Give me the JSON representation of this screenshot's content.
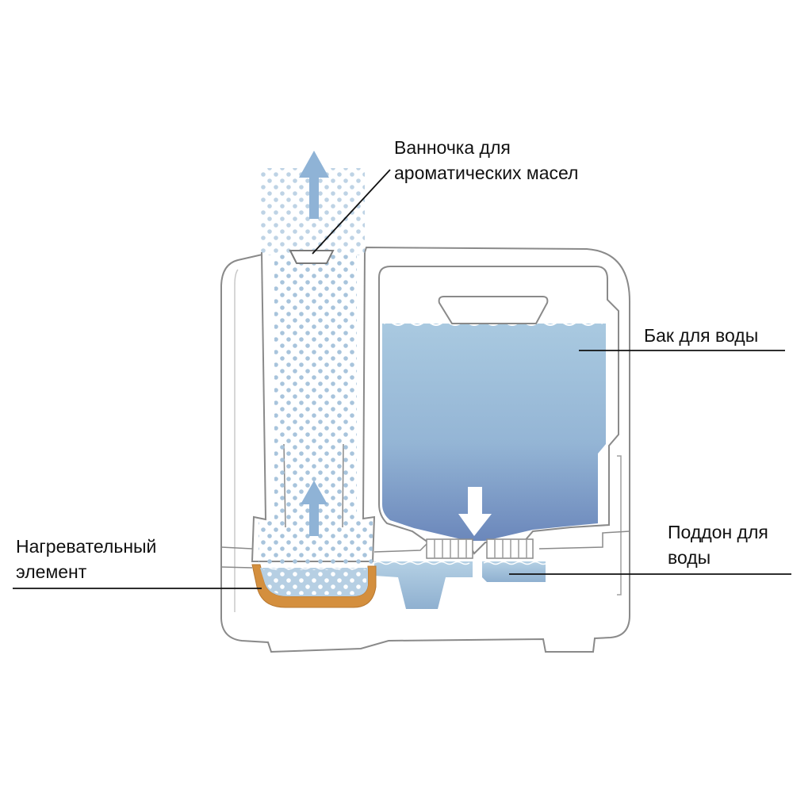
{
  "labels": {
    "aroma_tray": {
      "line1": "Ванночка для",
      "line2": "ароматических масел"
    },
    "water_tank": {
      "line1": "Бак для воды"
    },
    "water_tray": {
      "line1": "Поддон для",
      "line2": "воды"
    },
    "heater": {
      "line1": "Нагревательный",
      "line2": "элемент"
    }
  },
  "colors": {
    "outline": "#8a8a8a",
    "water_light": "#a9c8df",
    "water_dark": "#6f90bd",
    "steam_dot": "#a8c4dc",
    "arrow": "#8fb3d6",
    "heater": "#d48f3e",
    "leader_line": "#111111"
  }
}
